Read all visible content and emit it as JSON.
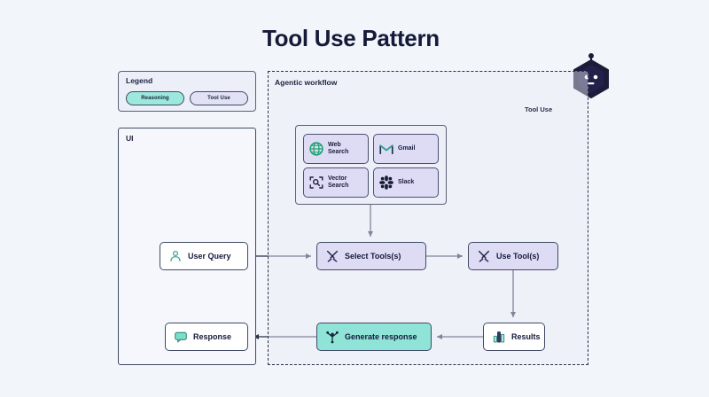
{
  "page": {
    "title": "Tool Use Pattern",
    "background_color": "#f2f5fa"
  },
  "logo": {
    "name": "agent-bot-hexagon",
    "color": "#1b1b3a"
  },
  "legend": {
    "title": "Legend",
    "items": [
      {
        "label": "Reasoning",
        "color": "#9de8dd",
        "kind": "reasoning"
      },
      {
        "label": "Tool Use",
        "color": "#e3e1f6",
        "kind": "tooluse"
      }
    ]
  },
  "ui_panel": {
    "label": "UI"
  },
  "workflow": {
    "label": "Agentic workflow",
    "tool_use_label": "Tool Use"
  },
  "tools": [
    {
      "label": "Web Search",
      "icon": "globe-icon",
      "line1": "Web",
      "line2": "Search"
    },
    {
      "label": "Gmail",
      "icon": "gmail-icon",
      "line1": "Gmail",
      "line2": ""
    },
    {
      "label": "Vector Search",
      "icon": "vector-search-icon",
      "line1": "Vector",
      "line2": "Search"
    },
    {
      "label": "Slack",
      "icon": "slack-icon",
      "line1": "Slack",
      "line2": ""
    }
  ],
  "nodes": {
    "user_query": {
      "label": "User Query",
      "icon": "user-icon",
      "style": "white"
    },
    "select_tools": {
      "label": "Select Tools(s)",
      "icon": "tools-icon",
      "style": "purple"
    },
    "use_tools": {
      "label": "Use Tool(s)",
      "icon": "tools-icon",
      "style": "purple"
    },
    "response": {
      "label": "Response",
      "icon": "chat-icon",
      "style": "white"
    },
    "generate_response": {
      "label": "Generate response",
      "icon": "node-graph-icon",
      "style": "teal"
    },
    "results": {
      "label": "Results",
      "icon": "bar-chart-icon",
      "style": "white"
    }
  },
  "colors": {
    "reasoning": "#8fe3d7",
    "tool_use": "#dedbf5",
    "stroke": "#3f4a63",
    "text": "#15193a"
  }
}
